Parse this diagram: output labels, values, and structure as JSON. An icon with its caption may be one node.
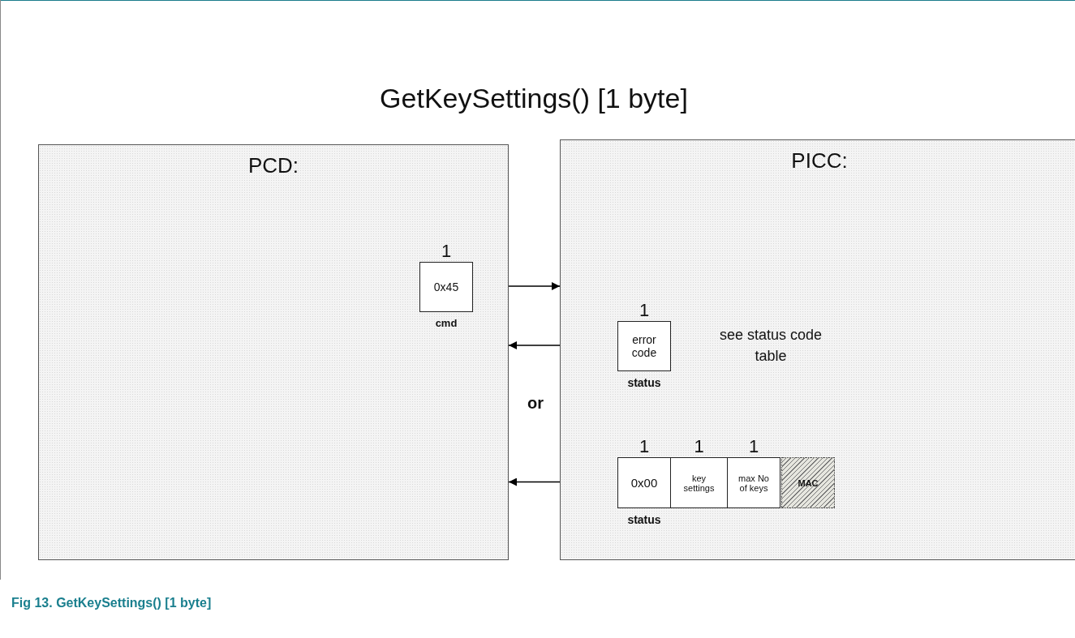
{
  "diagram": {
    "title": "GetKeySettings() [1 byte]",
    "caption": "Fig 13. GetKeySettings() [1 byte]",
    "nodes": [
      {
        "text": [
          "PCD:"
        ]
      },
      {
        "text": [
          "PICC:"
        ]
      },
      {
        "text": [
          "0x45"
        ],
        "in": 0,
        "beside": [
          "1",
          "cmd"
        ]
      },
      {
        "text": [
          "error code"
        ],
        "in": 1,
        "beside": [
          "1",
          "status"
        ]
      },
      {
        "text": [
          "0x00"
        ],
        "in": 1,
        "beside": [
          "1",
          "status"
        ]
      },
      {
        "text": [
          "key settings"
        ],
        "in": 1,
        "beside": [
          "1"
        ]
      },
      {
        "text": [
          "max No of keys"
        ],
        "in": 1,
        "beside": [
          "1"
        ]
      },
      {
        "text": [
          "MAC"
        ],
        "in": 1
      }
    ],
    "edges": [
      {
        "from": 2,
        "to": 1,
        "arrow": "to"
      },
      {
        "from": 3,
        "to": 0,
        "arrow": "to"
      },
      {
        "from": 4,
        "to": 0,
        "arrow": "to"
      }
    ],
    "labels": [
      "see status code table",
      "or"
    ]
  }
}
